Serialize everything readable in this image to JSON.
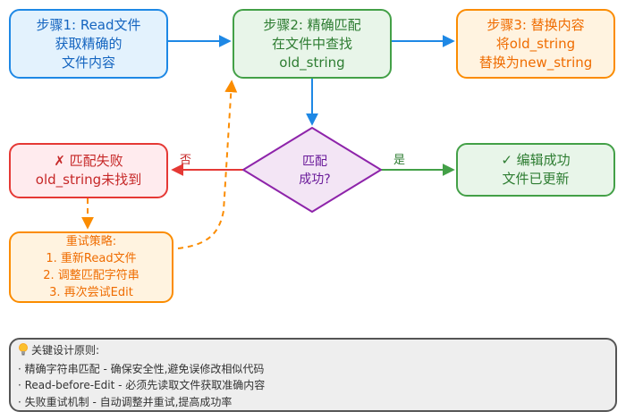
{
  "nodes": {
    "step1": {
      "lines": [
        "步骤1: Read文件",
        "获取精确的",
        "文件内容"
      ]
    },
    "step2": {
      "lines": [
        "步骤2: 精确匹配",
        "在文件中查找",
        "old_string"
      ]
    },
    "step3": {
      "lines": [
        "步骤3: 替换内容",
        "将old_string",
        "替换为new_string"
      ]
    },
    "decision": {
      "lines": [
        "匹配",
        "成功?"
      ]
    },
    "success": {
      "lines": [
        "✓ 编辑成功",
        "文件已更新"
      ]
    },
    "fail": {
      "lines": [
        "✗ 匹配失败",
        "old_string未找到"
      ]
    },
    "retry": {
      "lines": [
        "重试策略:",
        "1. 重新Read文件",
        "2. 调整匹配字符串",
        "3. 再次尝试Edit"
      ]
    }
  },
  "edges": {
    "yes_label": "是",
    "no_label": "否"
  },
  "notes": {
    "title": "关键设计原则:",
    "title_icon": "lightbulb-icon",
    "lines": [
      "· 精确字符串匹配 - 确保安全性,避免误修改相似代码",
      "· Read-before-Edit - 必须先读取文件获取准确内容",
      "· 失败重试机制 - 自动调整并重试,提高成功率"
    ]
  },
  "colors": {
    "blue_fill": "#e3f2fd",
    "blue_stroke": "#1e88e5",
    "blue_text": "#1565c0",
    "green_fill": "#e8f5e9",
    "green_stroke": "#43a047",
    "green_text": "#2e7d32",
    "orange_fill": "#fff3e0",
    "orange_stroke": "#fb8c00",
    "orange_text": "#ef6c00",
    "purple_fill": "#f3e5f5",
    "purple_stroke": "#8e24aa",
    "purple_text": "#6a1b9a",
    "red_fill": "#ffebee",
    "red_stroke": "#e53935",
    "red_text": "#c62828",
    "note_fill": "#eeeeee",
    "note_stroke": "#555555"
  }
}
